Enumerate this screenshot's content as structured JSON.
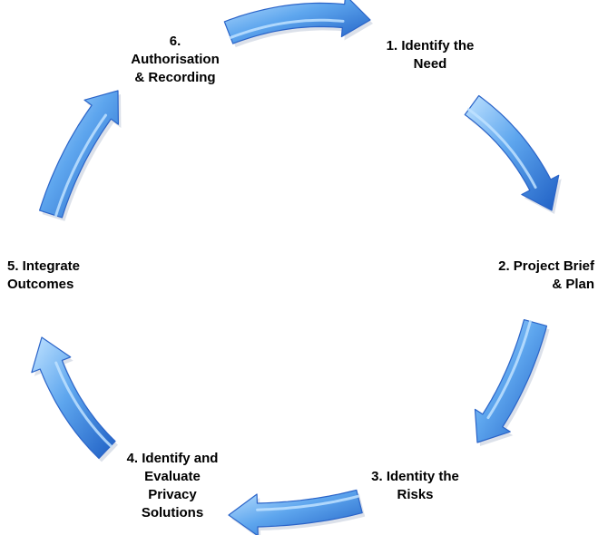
{
  "diagram": {
    "steps": [
      {
        "label": "1. Identify the\nNeed"
      },
      {
        "label": "2. Project Brief\n& Plan"
      },
      {
        "label": "3. Identity the\nRisks"
      },
      {
        "label": "4. Identify and\nEvaluate\nPrivacy\nSolutions"
      },
      {
        "label": "5. Integrate\nOutcomes"
      },
      {
        "label": "6.\nAuthorisation\n& Recording"
      }
    ],
    "colors": {
      "arrow_light": "#bfe2ff",
      "arrow_mid": "#5ea6ee",
      "arrow_dark": "#1f5fc4",
      "arrow_edge": "#2b64c8",
      "label_text": "#000000"
    }
  }
}
